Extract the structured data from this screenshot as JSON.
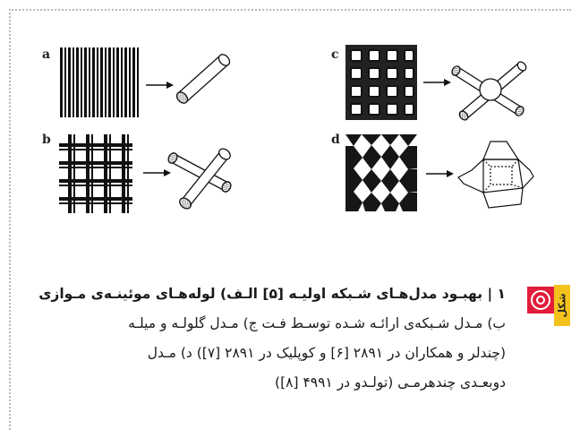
{
  "figure": {
    "panels": [
      "a",
      "b",
      "c",
      "d"
    ]
  },
  "caption": {
    "badge_label": "شکل",
    "lines": [
      "۱ | بهبـود مدل‌هـای شـبکه اولیـه [۵] الـف) لوله‌هـای موئینـه‌ی مـوازی",
      "ب) مـدل شـبکه‌ی ارائـه شـده توسـط فـت ج) مـدل گلولـه و میلـه",
      "(چندلر و همکاران در ۲۸۹۱ [۶] و کوپلیک در ۲۸۹۱ [۷]) د) مـدل",
      "دوبعـدی چندهرمـی (تولـدو در ۴۹۹۱ [۸])"
    ]
  }
}
